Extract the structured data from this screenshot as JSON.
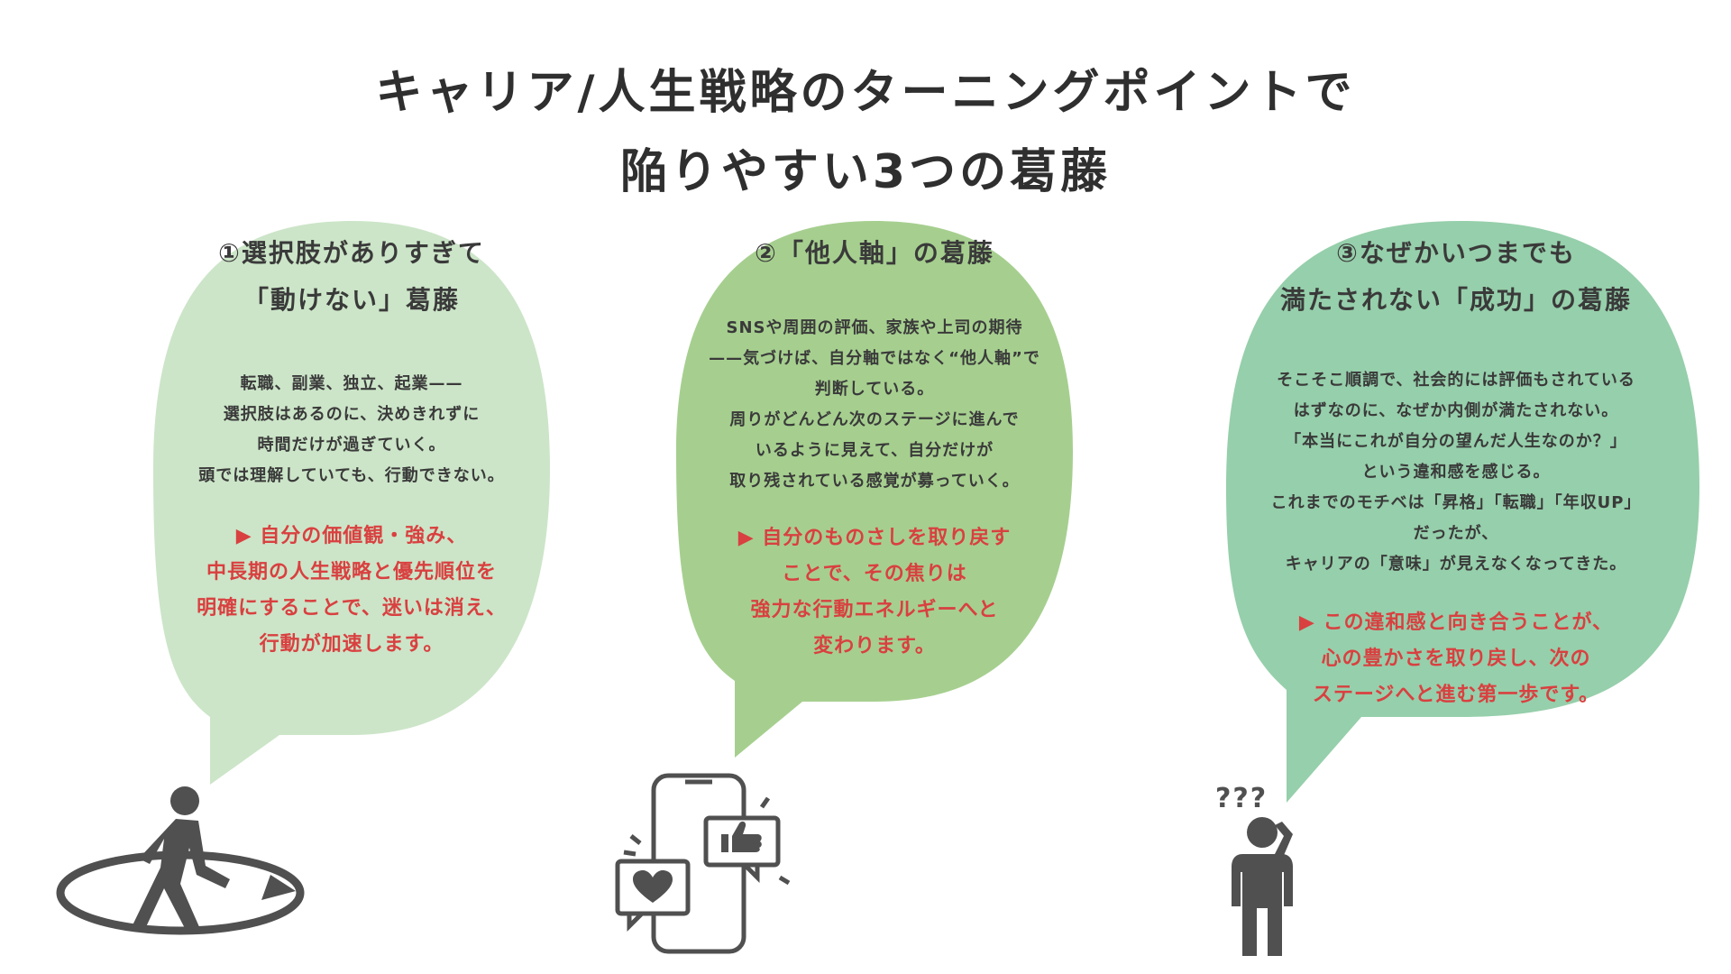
{
  "title": {
    "line1": "キャリア/人生戦略のターニングポイントで",
    "line2": "陥りやすい3つの葛藤"
  },
  "colors": {
    "bubble1": "#cce5c8",
    "bubble2": "#a6cf8f",
    "bubble3": "#96cfab",
    "accent_red": "#d94040",
    "icon_gray": "#505050"
  },
  "panels": [
    {
      "heading_lines": [
        "①選択肢がありすぎて",
        "「動けない」葛藤"
      ],
      "body": "転職、副業、独立、起業——\n選択肢はあるのに、決めきれずに\n時間だけが過ぎていく。\n頭では理解していても、行動できない。",
      "cta": "▶ 自分の価値観・強み、\n中長期の人生戦略と優先順位を\n明確にすることで、迷いは消え、\n行動が加速します。",
      "icon": "walking-person-circle-arrow-icon"
    },
    {
      "heading_lines": [
        "②「他人軸」の葛藤"
      ],
      "body": "SNSや周囲の評価、家族や上司の期待\n——気づけば、自分軸ではなく“他人軸”で\n判断している。\n周りがどんどん次のステージに進んで\nいるように見えて、自分だけが\n取り残されている感覚が募っていく。",
      "cta": "▶ 自分のものさしを取り戻す\nことで、その焦りは\n強力な行動エネルギーへと\n変わります。",
      "icon": "smartphone-like-heart-icon"
    },
    {
      "heading_lines": [
        "③なぜかいつまでも",
        "満たされない「成功」の葛藤"
      ],
      "body": "そこそこ順調で、社会的には評価もされている\nはずなのに、なぜか内側が満たされない。\n「本当にこれが自分の望んだ人生なのか？」\nという違和感を感じる。\nこれまでのモチベは「昇格」「転職」「年収UP」\nだったが、\nキャリアの「意味」が見えなくなってきた。",
      "cta": "▶ この違和感と向き合うことが、\n心の豊かさを取り戻し、次の\nステージへと進む第一歩です。",
      "icon": "confused-person-question-marks-icon",
      "question_marks": "???"
    }
  ]
}
